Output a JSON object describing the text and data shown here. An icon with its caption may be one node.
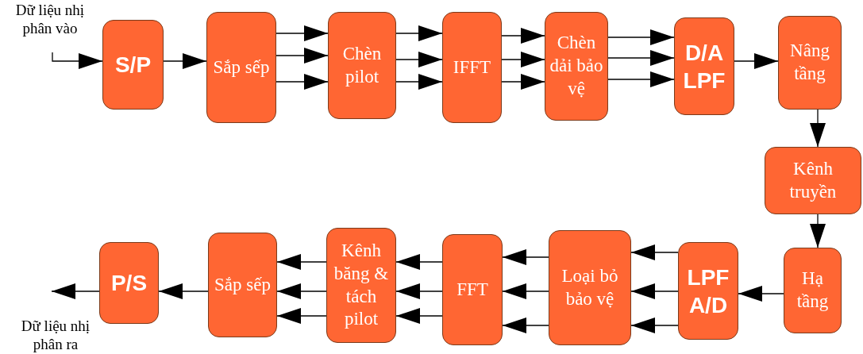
{
  "diagram": {
    "nodes": [
      {
        "text": [
          "Dữ liệu nhị phân vào"
        ]
      },
      {
        "text": [
          "S/P"
        ]
      },
      {
        "text": [
          "Sắp sếp"
        ]
      },
      {
        "text": [
          "Chèn pilot"
        ]
      },
      {
        "text": [
          "IFFT"
        ]
      },
      {
        "text": [
          "Chèn dải bảo vệ"
        ]
      },
      {
        "text": [
          "D/A LPF"
        ]
      },
      {
        "text": [
          "Nâng tầng"
        ]
      },
      {
        "text": [
          "Kênh truyền"
        ]
      },
      {
        "text": [
          "Hạ tầng"
        ]
      },
      {
        "text": [
          "LPF A/D"
        ]
      },
      {
        "text": [
          "Loại bỏ bảo vệ"
        ]
      },
      {
        "text": [
          "FFT"
        ]
      },
      {
        "text": [
          "Kênh băng & tách pilot"
        ]
      },
      {
        "text": [
          "Sắp sếp"
        ]
      },
      {
        "text": [
          "P/S"
        ]
      },
      {
        "text": [
          "Dữ liệu nhị phân ra"
        ]
      }
    ],
    "edges": [
      {
        "from": 0,
        "to": 1,
        "arrow": "to"
      },
      {
        "from": 1,
        "to": 2,
        "arrow": "to"
      },
      {
        "from": 2,
        "to": 3,
        "arrow": "to"
      },
      {
        "from": 2,
        "to": 3,
        "arrow": "to"
      },
      {
        "from": 2,
        "to": 3,
        "arrow": "to"
      },
      {
        "from": 3,
        "to": 4,
        "arrow": "to"
      },
      {
        "from": 3,
        "to": 4,
        "arrow": "to"
      },
      {
        "from": 3,
        "to": 4,
        "arrow": "to"
      },
      {
        "from": 4,
        "to": 5,
        "arrow": "to"
      },
      {
        "from": 4,
        "to": 5,
        "arrow": "to"
      },
      {
        "from": 4,
        "to": 5,
        "arrow": "to"
      },
      {
        "from": 5,
        "to": 6,
        "arrow": "to"
      },
      {
        "from": 5,
        "to": 6,
        "arrow": "to"
      },
      {
        "from": 5,
        "to": 6,
        "arrow": "to"
      },
      {
        "from": 6,
        "to": 7,
        "arrow": "to"
      },
      {
        "from": 7,
        "to": 8,
        "arrow": "to"
      },
      {
        "from": 8,
        "to": 9,
        "arrow": "to"
      },
      {
        "from": 9,
        "to": 10,
        "arrow": "to"
      },
      {
        "from": 10,
        "to": 11,
        "arrow": "to"
      },
      {
        "from": 10,
        "to": 11,
        "arrow": "to"
      },
      {
        "from": 10,
        "to": 11,
        "arrow": "to"
      },
      {
        "from": 11,
        "to": 12,
        "arrow": "to"
      },
      {
        "from": 11,
        "to": 12,
        "arrow": "to"
      },
      {
        "from": 11,
        "to": 12,
        "arrow": "to"
      },
      {
        "from": 12,
        "to": 13,
        "arrow": "to"
      },
      {
        "from": 12,
        "to": 13,
        "arrow": "to"
      },
      {
        "from": 12,
        "to": 13,
        "arrow": "to"
      },
      {
        "from": 13,
        "to": 14,
        "arrow": "to"
      },
      {
        "from": 13,
        "to": 14,
        "arrow": "to"
      },
      {
        "from": 13,
        "to": 14,
        "arrow": "to"
      },
      {
        "from": 14,
        "to": 15,
        "arrow": "to"
      },
      {
        "from": 15,
        "to": 16,
        "arrow": "to"
      }
    ]
  }
}
